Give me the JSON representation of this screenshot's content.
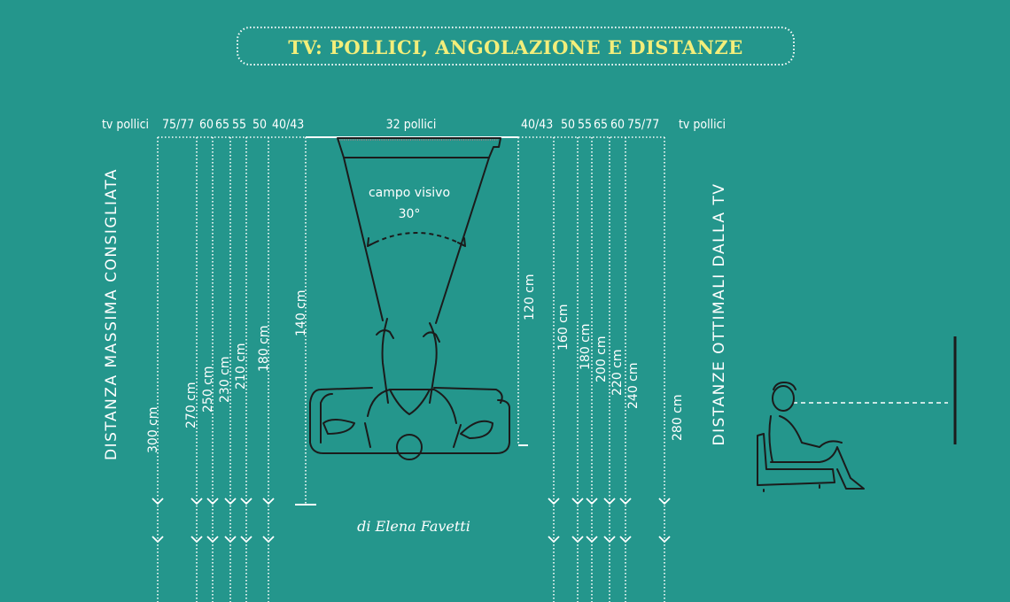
{
  "title": "TV: POLLICI, ANGOLAZIONE E DISTANZE",
  "left_axis_title": "DISTANZA MASSIMA CONSIGLIATA",
  "right_axis_title": "DISTANZE OTTIMALI DALLA TV",
  "header": {
    "left_label": "tv pollici",
    "left_sizes": [
      "75/77",
      "60",
      "65",
      "55",
      "50",
      "40/43"
    ],
    "center_label": "32 pollici",
    "right_sizes": [
      "40/43",
      "50",
      "55",
      "65",
      "60",
      "75/77"
    ],
    "right_label": "tv pollici"
  },
  "left_distances": [
    "300 cm",
    "270 cm",
    "250 cm",
    "230 cm",
    "210 cm",
    "180 cm",
    "140 cm"
  ],
  "right_distances": [
    "120 cm",
    "160 cm",
    "180 cm",
    "200 cm",
    "220 cm",
    "240 cm",
    "280 cm"
  ],
  "viewing_field": {
    "label": "campo visivo",
    "angle": "30°"
  },
  "credit": "di Elena Favetti",
  "colors": {
    "background": "#24968c",
    "title": "#f3ee7a",
    "lines": "#ffffff",
    "ink": "#1b1b1b"
  }
}
